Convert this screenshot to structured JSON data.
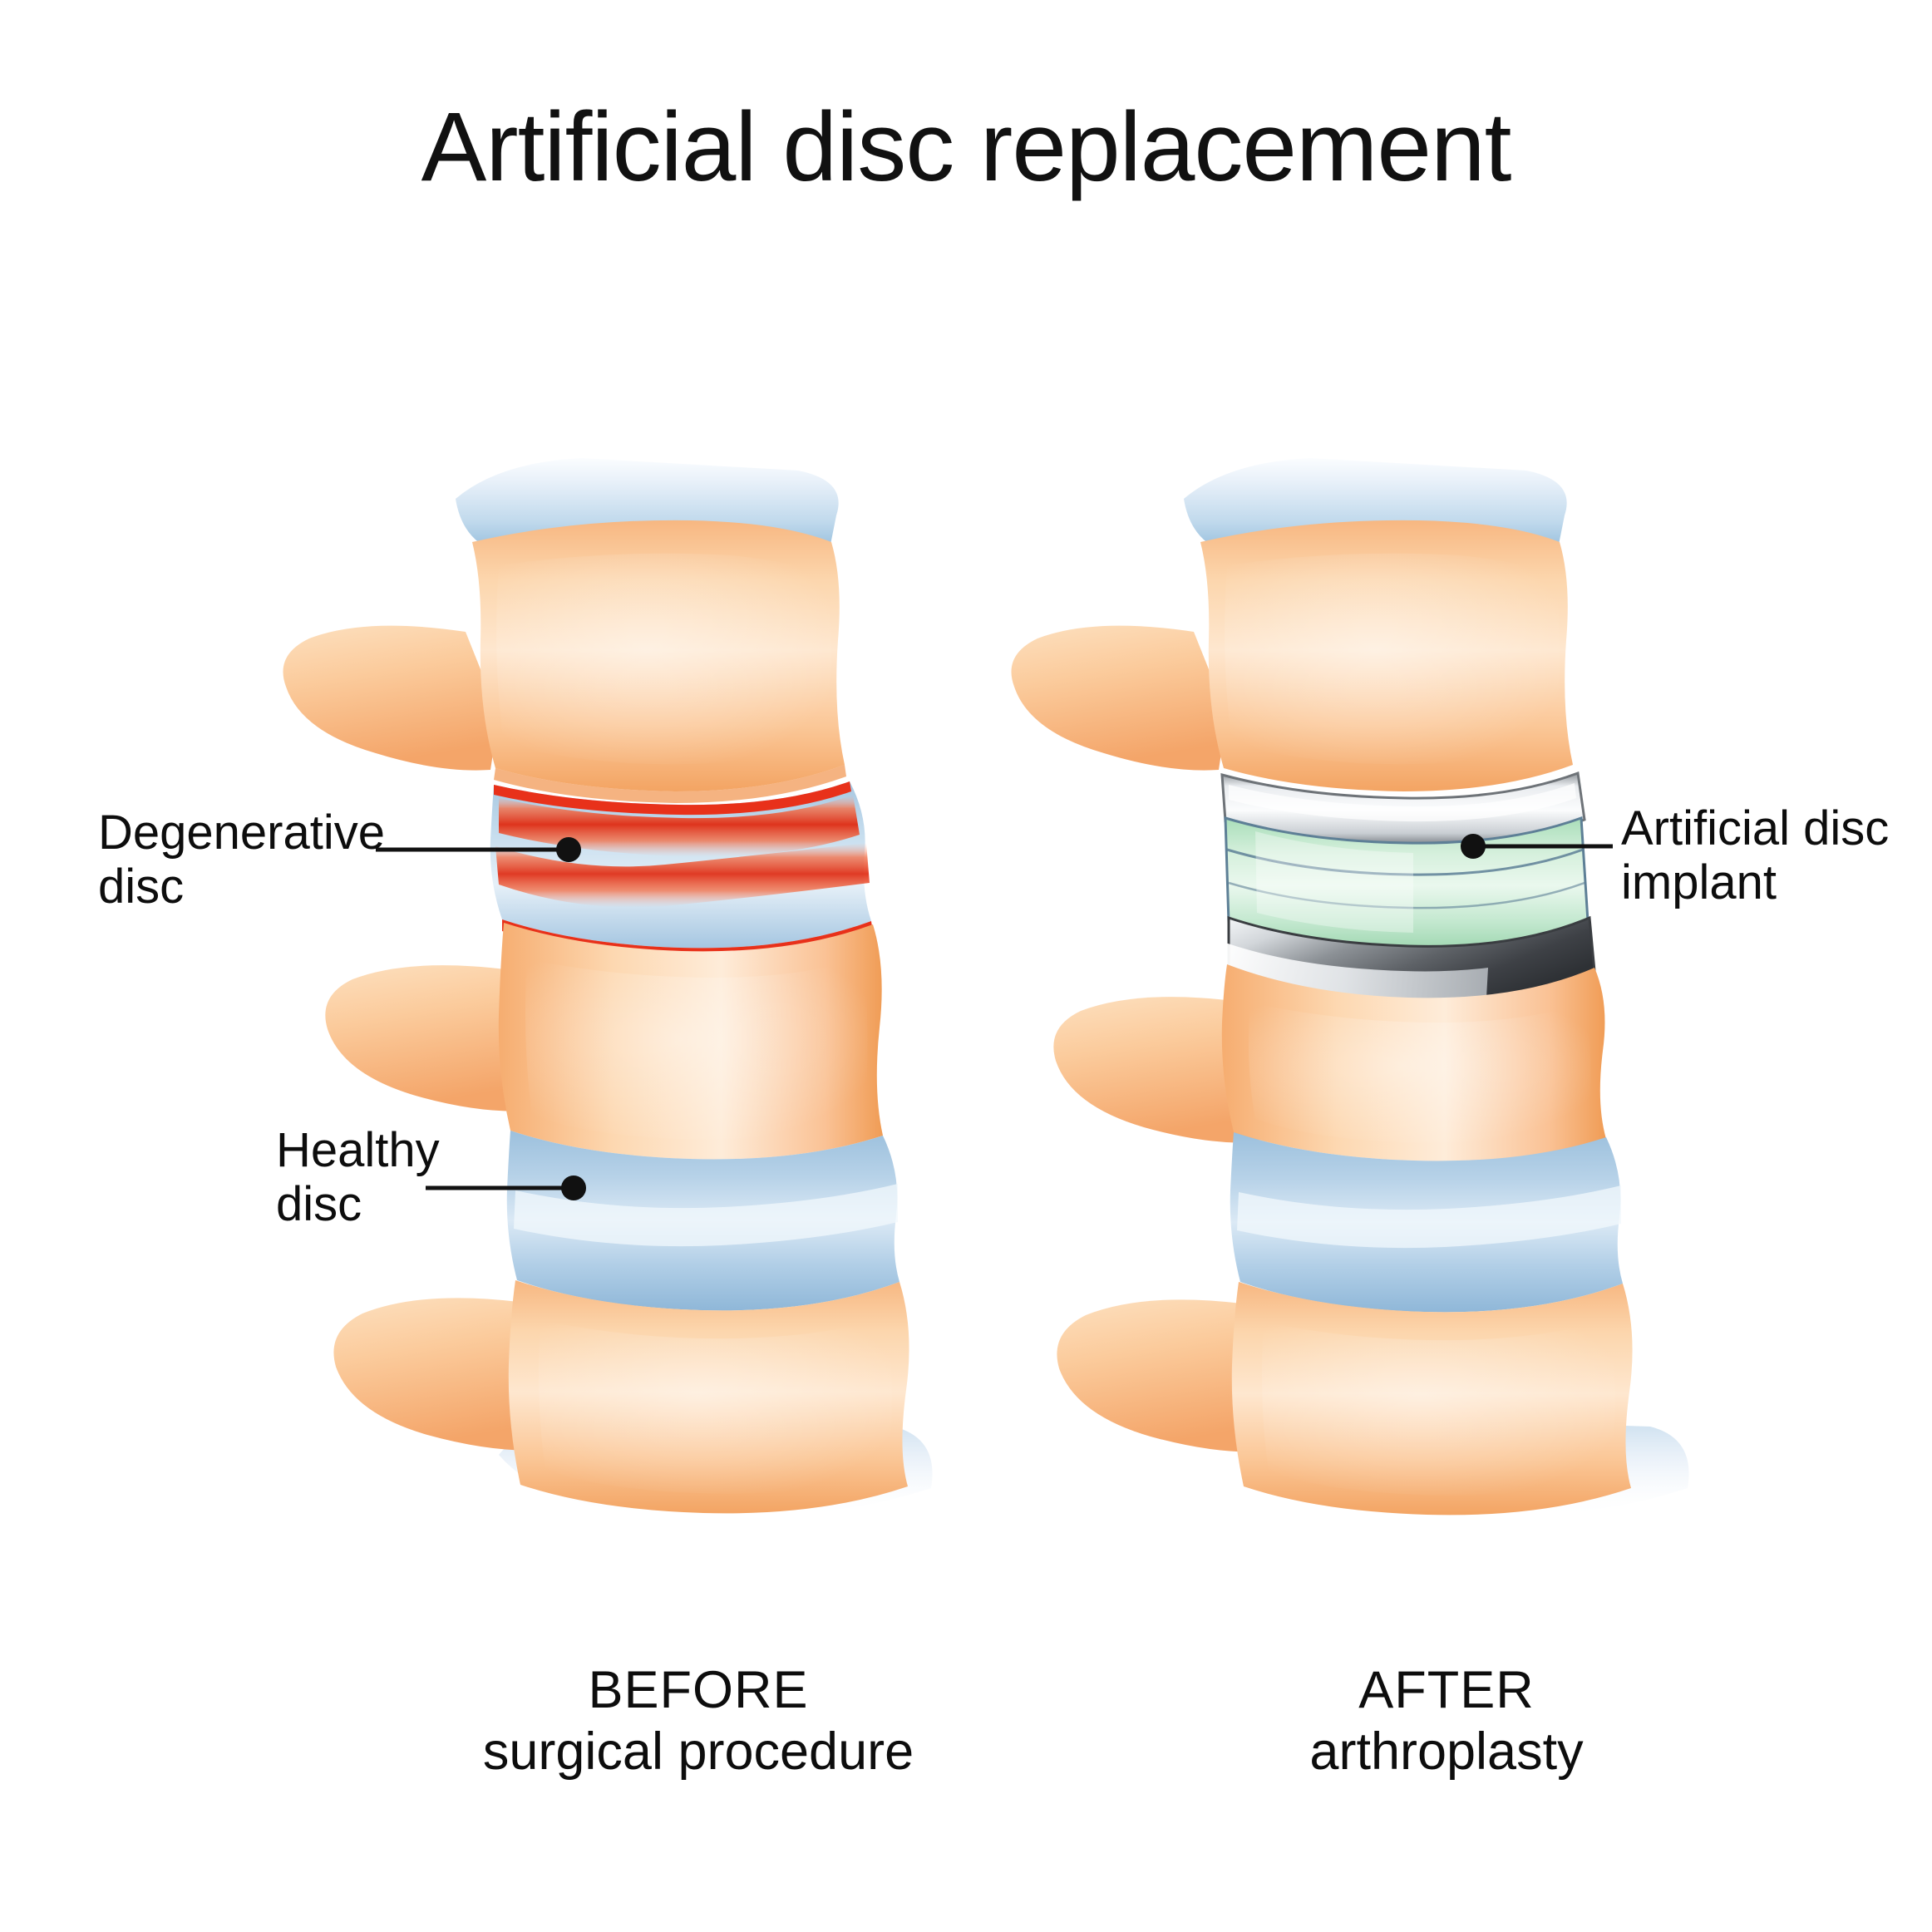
{
  "figure": {
    "title": "Artificial disc replacement",
    "background_color": "#ffffff"
  },
  "palette": {
    "bone_light": "#fde4c8",
    "bone_mid": "#f9c08f",
    "bone_dark": "#f3a05f",
    "bone_outline": "#f08c3f",
    "disc_blue_light": "#dceaf6",
    "disc_blue_mid": "#b9d4e9",
    "disc_blue_dark": "#8fb8d8",
    "inflammation_red": "#e8311a",
    "inflammation_orange": "#f4622c",
    "implant_core_green": "#bfe6c8",
    "implant_core_light": "#e3f5e7",
    "metal_light": "#fdfdfd",
    "metal_mid": "#b9bcc0",
    "metal_dark": "#434549",
    "leader_line": "#111111",
    "text": "#0d0d0d",
    "shadow_blue": "#dceaf8"
  },
  "annotations": [
    {
      "name": "degenerative-disc",
      "lines": [
        "Degenerative",
        "disc"
      ],
      "leader": {
        "has_dot": true,
        "dot_color": "#111111"
      }
    },
    {
      "name": "healthy-disc",
      "lines": [
        "Healthy",
        "disc"
      ],
      "leader": {
        "has_dot": true,
        "dot_color": "#111111"
      }
    },
    {
      "name": "artificial-disc-implant",
      "lines": [
        "Artificial disc",
        "implant"
      ],
      "leader": {
        "has_dot": true,
        "dot_color": "#111111"
      }
    }
  ],
  "panels": [
    {
      "name": "before",
      "caption_top": "BEFORE",
      "caption_bottom": "surgical procedure",
      "segments": [
        {
          "type": "cartilage-cap",
          "label": "superior cartilage endplate"
        },
        {
          "type": "vertebra",
          "label": "upper vertebral body"
        },
        {
          "type": "disc",
          "label": "degenerative disc",
          "state": "degenerated"
        },
        {
          "type": "vertebra",
          "label": "middle vertebral body"
        },
        {
          "type": "disc",
          "label": "healthy disc",
          "state": "healthy"
        },
        {
          "type": "vertebra",
          "label": "lower vertebral body"
        },
        {
          "type": "shadow",
          "label": "ground reflection"
        }
      ]
    },
    {
      "name": "after",
      "caption_top": "AFTER",
      "caption_bottom": "arthroplasty",
      "segments": [
        {
          "type": "cartilage-cap",
          "label": "superior cartilage endplate"
        },
        {
          "type": "vertebra",
          "label": "upper vertebral body"
        },
        {
          "type": "implant",
          "label": "artificial disc implant",
          "parts": [
            "superior metal endplate",
            "mobile polymer core",
            "inferior metal endplate"
          ]
        },
        {
          "type": "vertebra",
          "label": "middle vertebral body"
        },
        {
          "type": "disc",
          "label": "healthy disc",
          "state": "healthy"
        },
        {
          "type": "vertebra",
          "label": "lower vertebral body"
        },
        {
          "type": "shadow",
          "label": "ground reflection"
        }
      ]
    }
  ]
}
